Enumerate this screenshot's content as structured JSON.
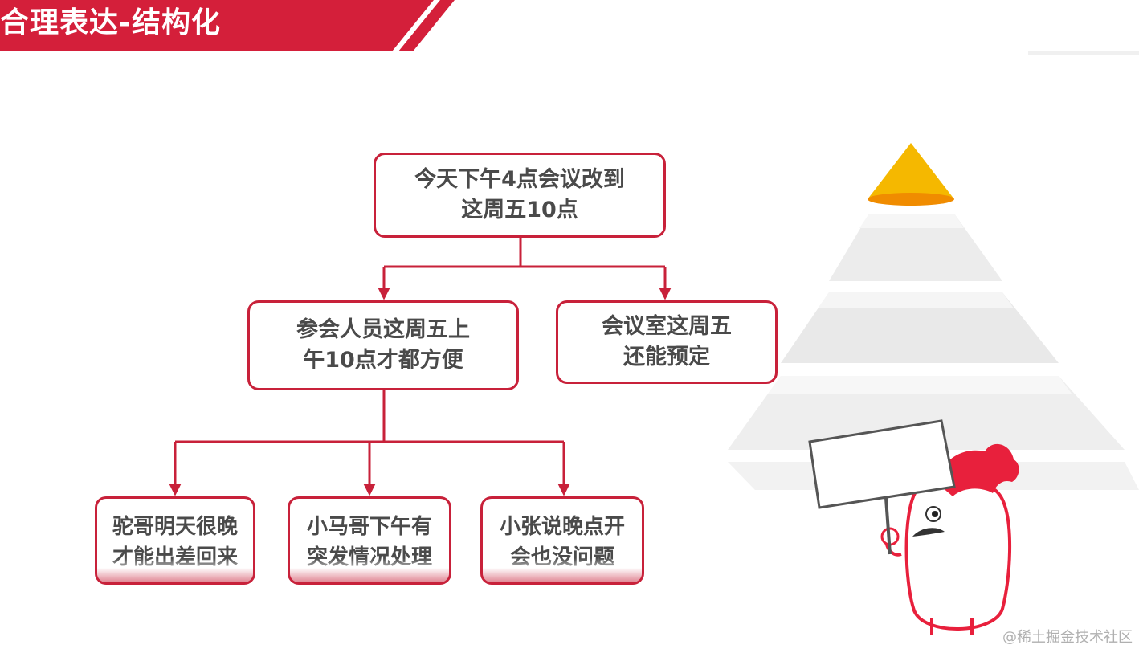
{
  "header": {
    "title": "合理表达-结构化",
    "ribbon_color": "#d41f3a"
  },
  "diagram": {
    "accent_color": "#c8213a",
    "root": {
      "line1": "今天下午4点会议改到",
      "line2": "这周五10点"
    },
    "reasons": [
      {
        "line1": "参会人员这周五上",
        "line2": "午10点才都方便"
      },
      {
        "line1": "会议室这周五",
        "line2": "还能预定"
      }
    ],
    "details": [
      {
        "line1": "驼哥明天很晚",
        "line2": "才能出差回来"
      },
      {
        "line1": "小马哥下午有",
        "line2": "突发情况处理"
      },
      {
        "line1": "小张说晚点开",
        "line2": "会也没问题"
      }
    ]
  },
  "illustration": {
    "pyramid_top_color": "#f5b800",
    "mascot_color": "#e8203c"
  },
  "watermark": {
    "text": "@稀土掘金技术社区"
  }
}
